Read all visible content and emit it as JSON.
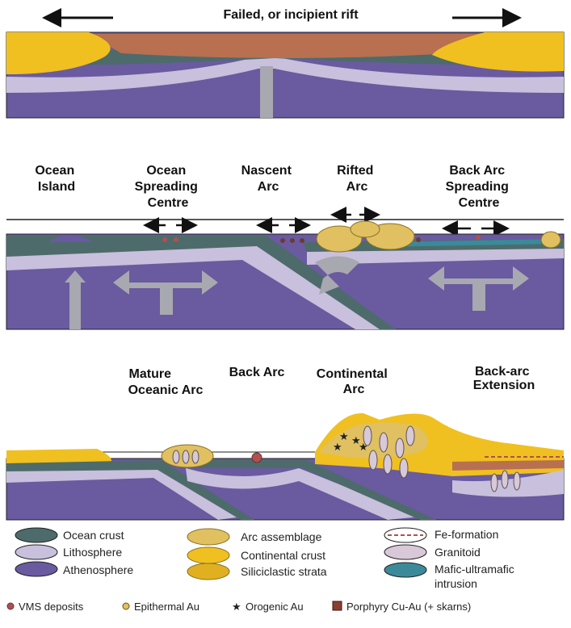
{
  "panel1": {
    "title": "Failed, or incipient rift"
  },
  "panel2": {
    "labels": [
      [
        "Ocean",
        "Island"
      ],
      [
        "Ocean",
        "Spreading",
        "Centre"
      ],
      [
        "Nascent",
        "Arc"
      ],
      [
        "Rifted",
        "Arc"
      ],
      [
        "Back Arc",
        "Spreading",
        "Centre"
      ]
    ]
  },
  "panel3": {
    "labels": [
      [
        "Mature",
        "Oceanic Arc"
      ],
      [
        "Back Arc"
      ],
      [
        "Continental",
        "Arc"
      ],
      [
        "Back-arc",
        "Extension"
      ]
    ]
  },
  "legend": {
    "col1": [
      "Ocean crust",
      "Lithosphere",
      "Athenosphere"
    ],
    "col2": [
      "Arc assemblage",
      "Continental crust",
      "Siliciclastic strata"
    ],
    "col3": [
      "Fe-formation",
      "Granitoid",
      "Mafic-ultramafic",
      "intrusion"
    ],
    "deposits": [
      "VMS deposits",
      "Epithermal Au",
      "Orogenic Au",
      "Porphyry Cu-Au (+ skarns)"
    ]
  },
  "colors": {
    "ocean_crust": "#4d6b6b",
    "lithosphere": "#c8c0dc",
    "athenosphere": "#6a5aa0",
    "arc": "#e0c060",
    "continental": "#f0c020",
    "siliciclastic": "#b87050",
    "mafic": "#3a8a9a",
    "arrow": "#a8a8b0"
  }
}
